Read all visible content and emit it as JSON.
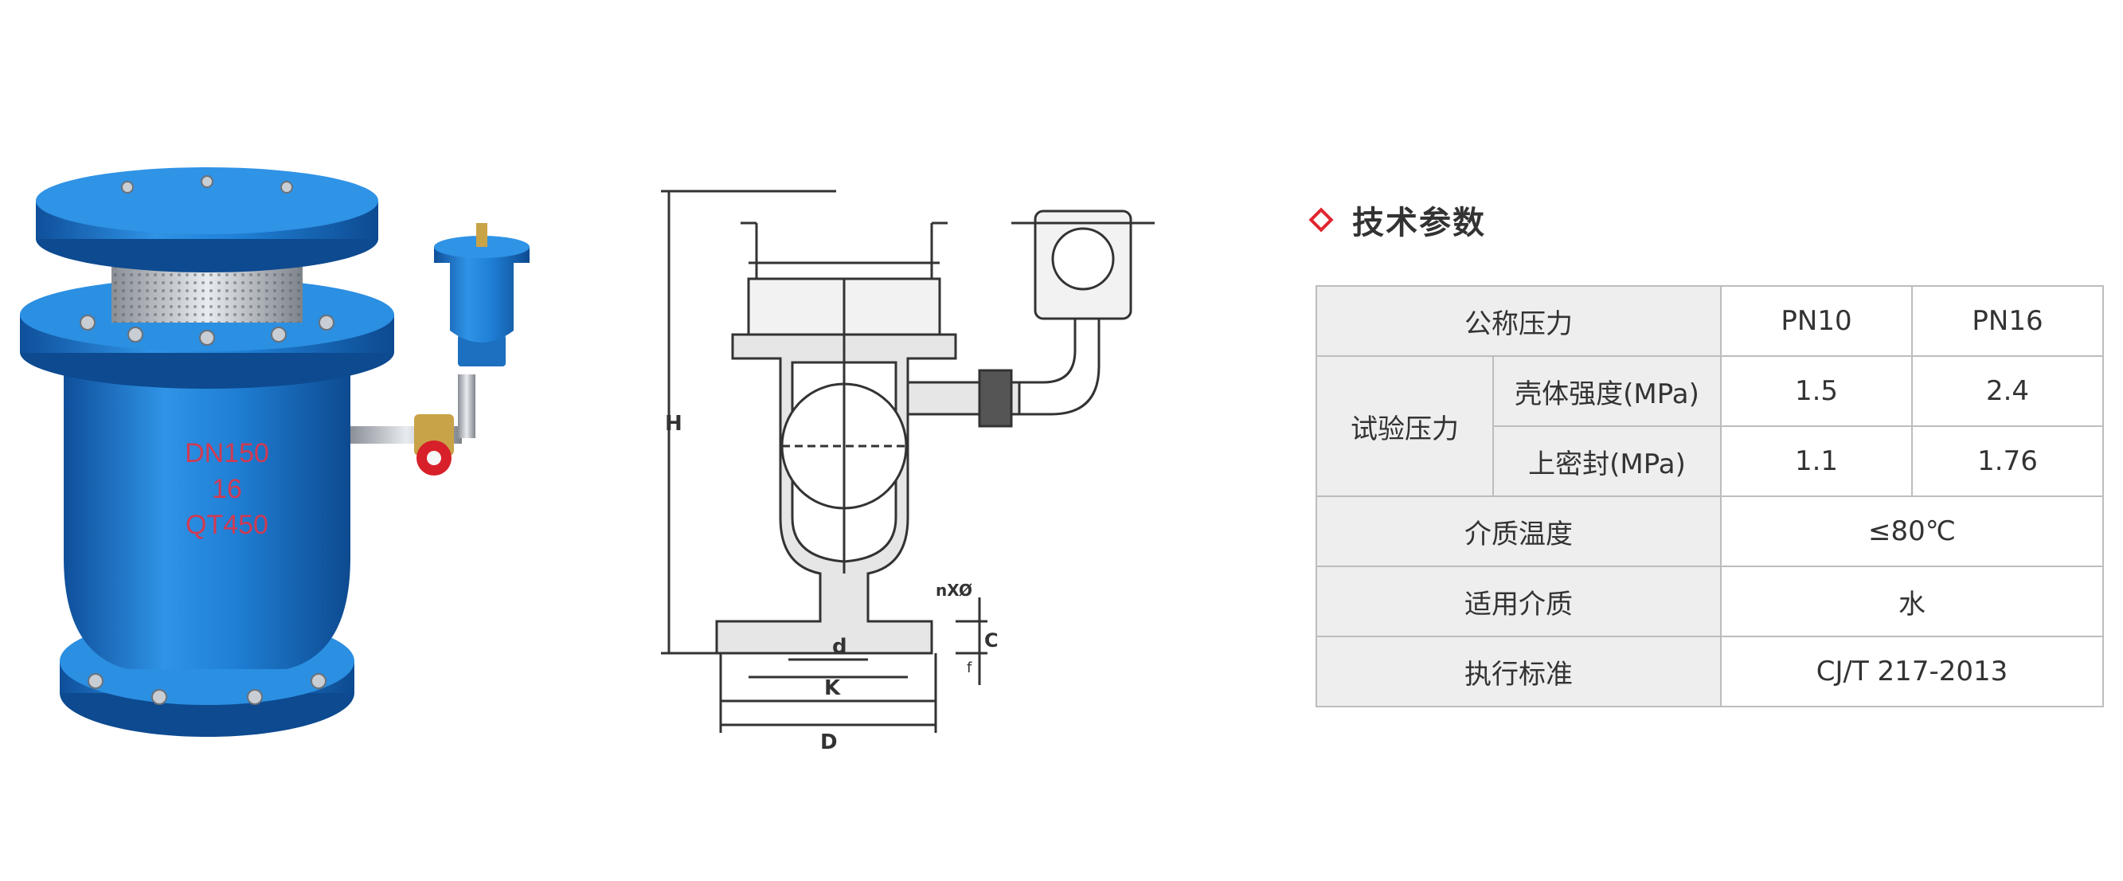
{
  "product": {
    "body_marking": [
      "DN150",
      "16",
      "QT450"
    ],
    "image_alt": "air valve photo"
  },
  "drawing": {
    "labels": {
      "H": "H",
      "d": "d",
      "K": "K",
      "D": "D",
      "C": "C",
      "nxo": "nXØ",
      "f": "f"
    }
  },
  "params": {
    "title": "技术参数",
    "table": {
      "nominal_pressure": "公称压力",
      "pn10": "PN10",
      "pn16": "PN16",
      "test_pressure": "试验压力",
      "shell_strength": "壳体强度(MPa)",
      "shell_pn10": "1.5",
      "shell_pn16": "2.4",
      "top_seal": "上密封(MPa)",
      "seal_pn10": "1.1",
      "seal_pn16": "1.76",
      "medium_temp": "介质温度",
      "medium_temp_val": "≤80℃",
      "medium": "适用介质",
      "medium_val": "水",
      "standard": "执行标准",
      "standard_val": "CJ/T 217-2013"
    }
  },
  "colors": {
    "accent": "#e0262e",
    "valve_blue": "#1d7bd0",
    "table_border": "#bdbdbd",
    "label_bg": "#eeeeee"
  }
}
